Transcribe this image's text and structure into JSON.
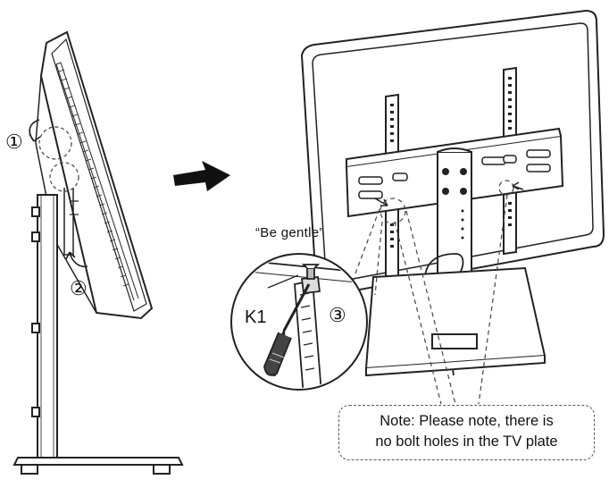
{
  "steps": {
    "step1": "①",
    "step2": "②",
    "step3": "③"
  },
  "callout": {
    "quote": "“Be gentle”",
    "part_label": "K1"
  },
  "note": {
    "line1": "Note: Please note, there is",
    "line2": "no bolt holes in the TV plate"
  }
}
